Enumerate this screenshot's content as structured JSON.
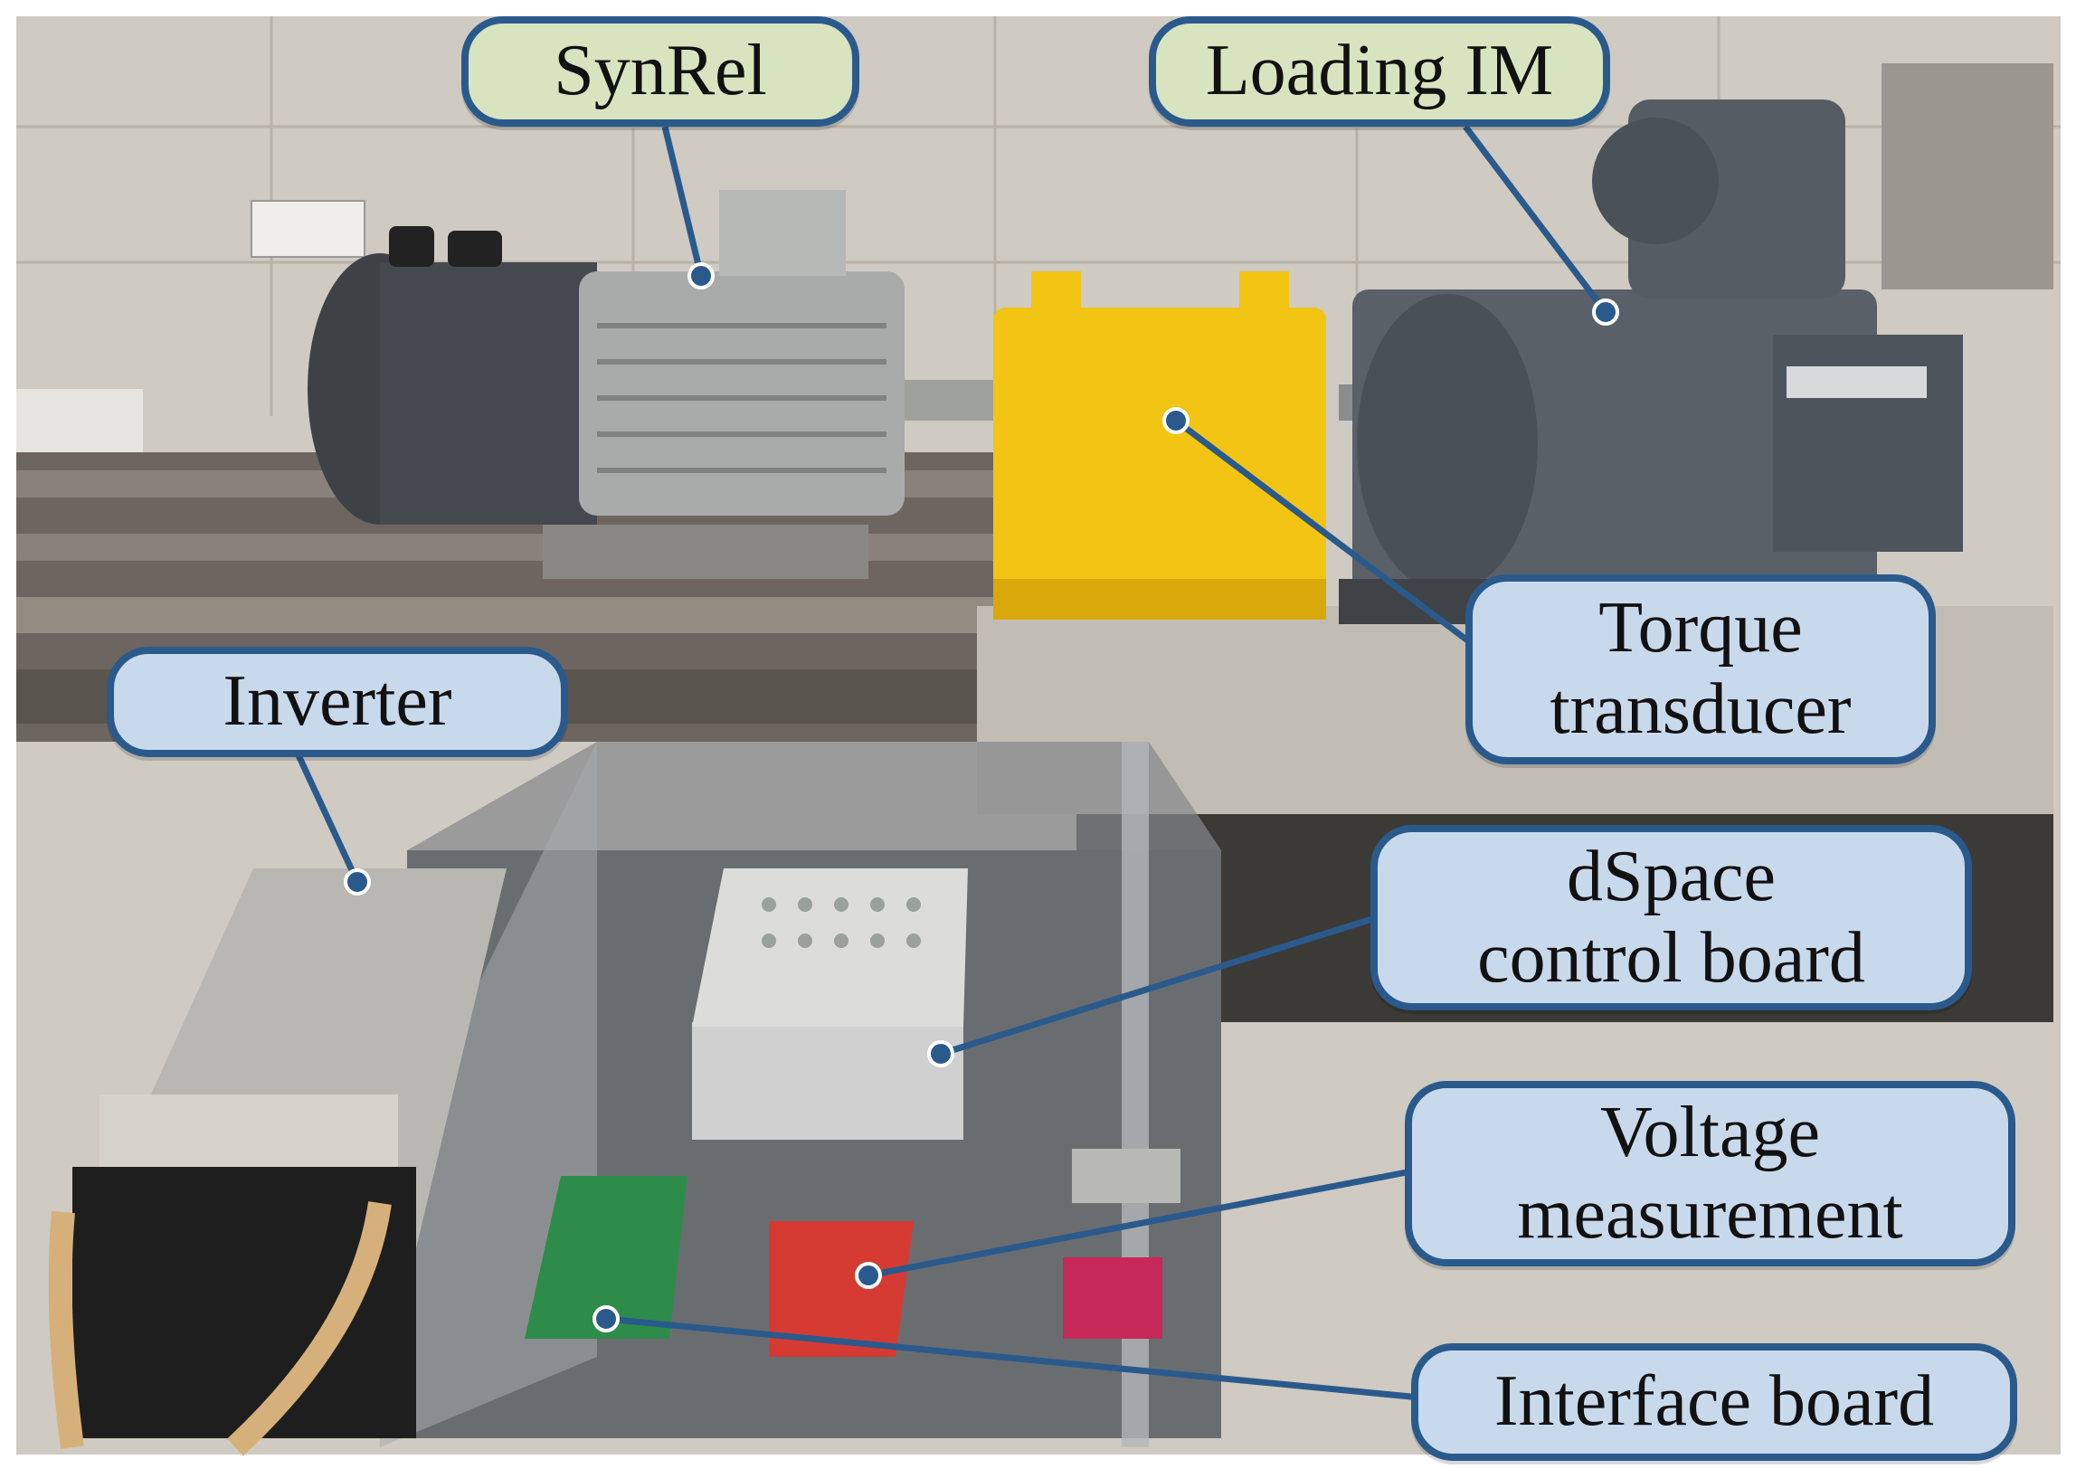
{
  "labels": {
    "synrel": {
      "text": "SynRel"
    },
    "loading_im": {
      "text": "Loading IM"
    },
    "torque_transducer": {
      "line1": "Torque",
      "line2": "transducer"
    },
    "inverter": {
      "text": "Inverter"
    },
    "dspace": {
      "line1": "dSpace",
      "line2": "control board"
    },
    "voltage": {
      "line1": "Voltage",
      "line2": "measurement"
    },
    "interface": {
      "text": "Interface board"
    }
  },
  "colors": {
    "label_border": "#2a5a8c",
    "label_fill_motor": "#d8e4bf",
    "label_fill_component": "#c9d9ec",
    "leader_line": "#2a5a8c",
    "motor_yellow": "#f2c413",
    "motor_gray": "#5a6068"
  }
}
